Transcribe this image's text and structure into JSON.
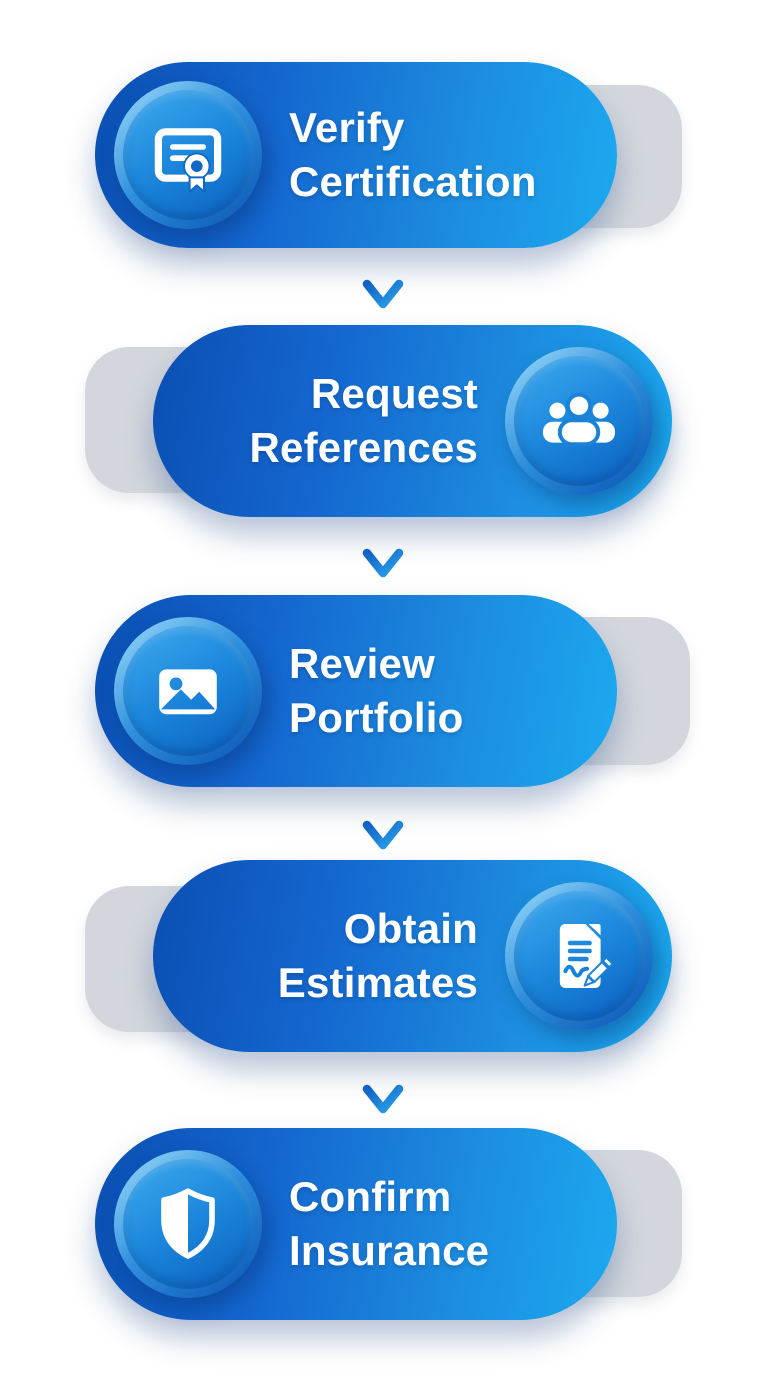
{
  "diagram": {
    "type": "vertical-process-flow",
    "direction": "top-to-bottom",
    "connector": {
      "glyph": "down-arrow",
      "count": 4
    }
  },
  "steps": [
    {
      "title_line1": "Verify",
      "title_line2": "Certification",
      "icon": "certificate-icon",
      "icon_side": "left"
    },
    {
      "title_line1": "Request",
      "title_line2": "References",
      "icon": "group-icon",
      "icon_side": "right"
    },
    {
      "title_line1": "Review",
      "title_line2": "Portfolio",
      "icon": "image-icon",
      "icon_side": "left"
    },
    {
      "title_line1": "Obtain",
      "title_line2": "Estimates",
      "icon": "document-edit-icon",
      "icon_side": "right"
    },
    {
      "title_line1": "Confirm",
      "title_line2": "Insurance",
      "icon": "shield-icon",
      "icon_side": "left"
    }
  ],
  "colors": {
    "background": "#ffffff",
    "pill_gradient_dark": "#0b4fb3",
    "pill_gradient_light": "#1ba9ef",
    "badge_ring_highlight": "#9bdbfa",
    "badge_disc_light": "#3ba8ee",
    "badge_disc_dark": "#0c5fc0",
    "tab_gray": "#d3d7dd",
    "arrow_dark": "#1261c4",
    "arrow_light": "#2ba3ea",
    "text": "#ffffff"
  }
}
